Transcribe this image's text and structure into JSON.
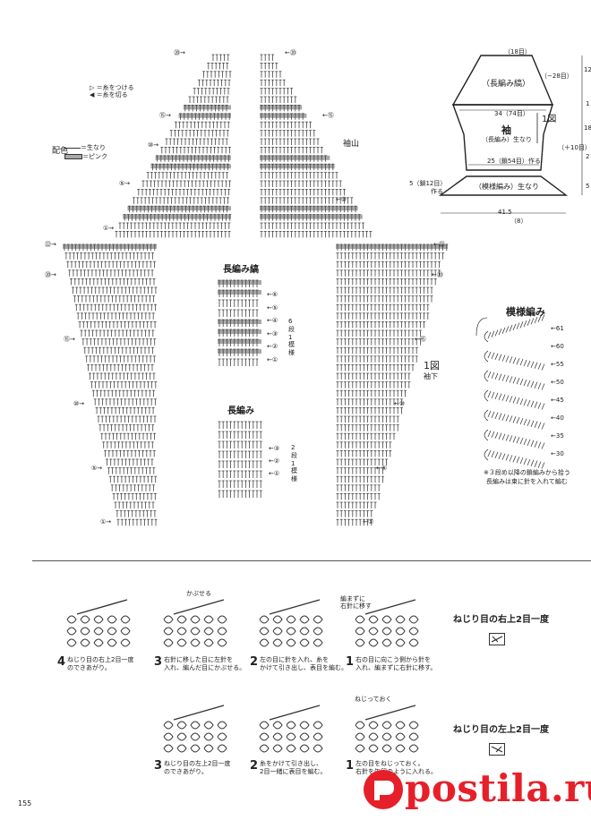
{
  "legend": {
    "attach": "＝糸をつける",
    "cut": "＝糸を切る",
    "color_label": "配色",
    "natural": "＝生なり",
    "pink": "＝ピンク"
  },
  "labels": {
    "sodeyama": "袖山",
    "nagaami_shima": "長編み縞",
    "nagaami": "長編み",
    "moyou_ami": "模様編み",
    "fig1": "1図",
    "sodeshita": "袖下",
    "six_rows": "6段1模様",
    "two_rows": "2段1模様"
  },
  "row_numbers": {
    "top_left": [
      "⑳",
      "⑮",
      "⑩",
      "⑤",
      "①"
    ],
    "right_top": [
      "⑮",
      "⑩"
    ],
    "side_left": [
      "㉒",
      "⑳",
      "⑮",
      "⑩",
      "⑤",
      "①"
    ],
    "side_right": [
      "㉒",
      "⑳",
      "⑮",
      "⑩",
      "⑤",
      "①"
    ],
    "stripe_rows": [
      "⑥",
      "⑤",
      "④",
      "③",
      "②",
      "①"
    ],
    "plain_rows": [
      "③",
      "②",
      "①"
    ],
    "pattern_rows": [
      "61",
      "60",
      "55",
      "50",
      "45",
      "40",
      "35",
      "30"
    ]
  },
  "note": {
    "line1": "※３段め以降の鎖編みから拾う",
    "line2": "長編みは束に針を入れて編む"
  },
  "sleeve": {
    "top": "（18目）",
    "minus28": "（−28目）",
    "nagaami_shima": "（長編み縞）",
    "width": "34（74目）",
    "fig1": "1図",
    "sode": "袖",
    "sode_sub": "（長編み）生なり",
    "plus10": "（＋10目）",
    "cuff_count": "25（鎖54目）作る",
    "five": "5（鎖12目）",
    "five_make": "作る",
    "moyou": "（模様編み）生なり",
    "bottom": "41.5",
    "bottom_sub": "（8）",
    "right_nums": [
      "12",
      "1",
      "18",
      "2",
      "5"
    ]
  },
  "steps_top": {
    "title": "ねじり目の右上2目一度",
    "captions": [
      {
        "num": "4",
        "text": "ねじり目の右上2目一度\nのできあがり。"
      },
      {
        "num": "3",
        "text": "右針に移した目に左針を\n入れ、編んだ目にかぶせる。",
        "tag": "かぶせる"
      },
      {
        "num": "2",
        "text": "左の目に針を入れ、糸を\nかけて引き出し、表目を編む。"
      },
      {
        "num": "1",
        "text": "右の目に向こう側から針を\n入れ、編まずに右針に移す。",
        "tag": "編まずに\n右針に移す"
      }
    ]
  },
  "steps_bottom": {
    "title": "ねじり目の左上2目一度",
    "captions": [
      {
        "num": "3",
        "text": "ねじり目の左上2目一度\nのできあがり。"
      },
      {
        "num": "2",
        "text": "糸をかけて引き出し、\n2目一緒に表目を編む。"
      },
      {
        "num": "1",
        "text": "左の目をねじっておく。\n右針を矢印のように入れる。",
        "tag": "ねじっておく"
      }
    ]
  },
  "page_number": "155",
  "watermark": "postila.ru",
  "colors": {
    "pink": "#a8a8a8",
    "ink": "#333333",
    "brand": "#e6202a"
  }
}
